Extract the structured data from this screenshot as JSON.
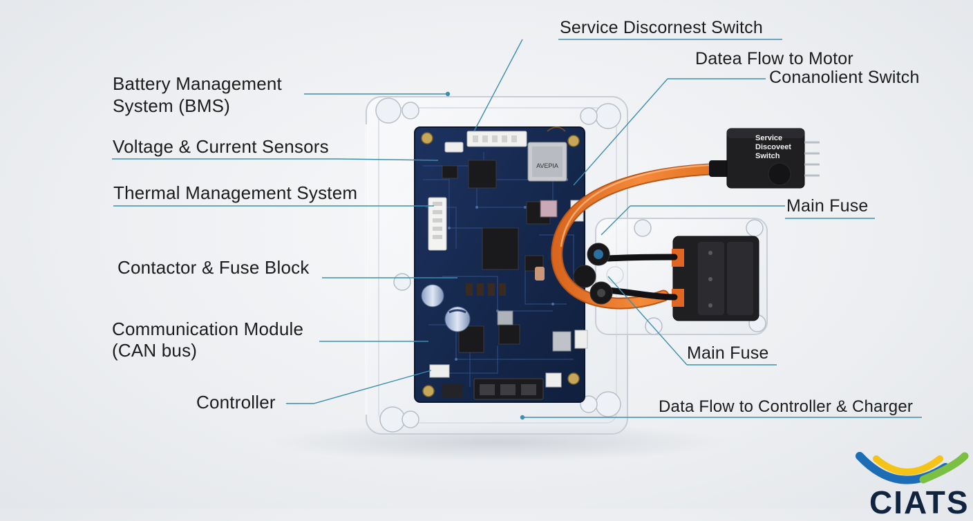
{
  "labels": {
    "bms_line1": "Battery Management",
    "bms_line2": "System (BMS)",
    "sensors": "Voltage & Current Sensors",
    "thermal": "Thermal Management  System",
    "contactor": "Contactor & Fuse Block",
    "comm_line1": "Communication Module",
    "comm_line2": "(CAN bus)",
    "controller": "Controller",
    "service_switch": "Service Discornest Switch",
    "data_motor": "Datea Flow to Motor",
    "conanolient": "Conanolient Switch",
    "main_fuse_top": "Main Fuse",
    "main_fuse_bottom": "Main Fuse",
    "data_controller": "Data Flow to Controller & Charger"
  },
  "component_print": {
    "switch_line1": "Service",
    "switch_line2": "Discoveet",
    "switch_line3": "Switch",
    "chip_mark": "AVEPIA"
  },
  "logo": {
    "text": "CIATS"
  },
  "colors": {
    "leader_line": "#3a8fb0",
    "pcb": "#16264a",
    "cable": "#ee7d2c",
    "switch_body": "#1f1f22",
    "logo_blue": "#1c6db5",
    "logo_yellow": "#f3c318",
    "logo_green": "#7cc043",
    "logo_text": "#10243f"
  }
}
